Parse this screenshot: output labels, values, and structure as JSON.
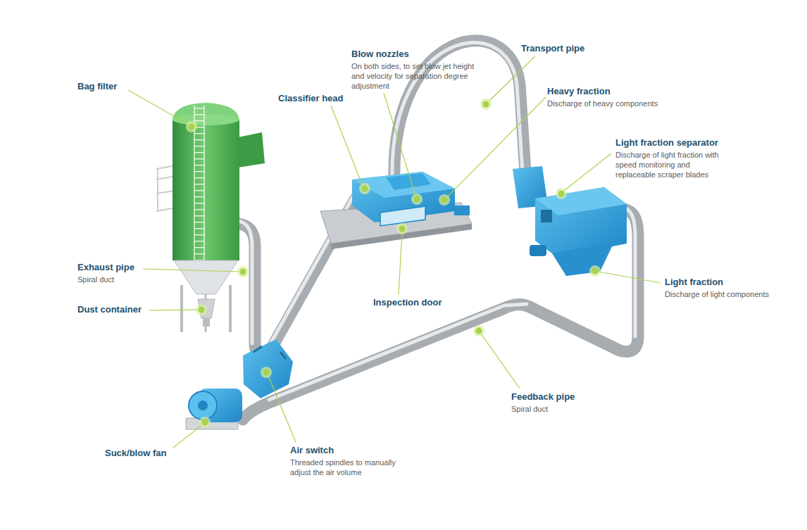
{
  "diagram": {
    "labels": [
      "Bag filter",
      "Blow nozzles",
      "On both sides, to set blow jet height and velocity for separation degree adjustment",
      "Transport pipe",
      "Classifier head",
      "Heavy fraction",
      "Discharge of heavy components",
      "Light fraction separator",
      "Discharge of light fraction with speed monitoring and replaceable scraper blades",
      "Exhaust pipe",
      "Spiral duct",
      "Dust container",
      "Inspection door",
      "Light fraction",
      "Discharge of light components",
      "Feedback pipe",
      "Spiral duct",
      "Suck/blow fan",
      "Air switch",
      "Threaded spindles to manually adjust the air volume"
    ]
  }
}
